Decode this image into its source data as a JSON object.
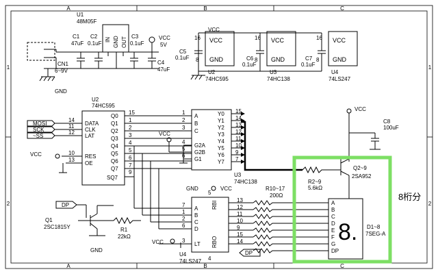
{
  "frame": {
    "cols": [
      "A",
      "B",
      "C"
    ],
    "rows": [
      "1",
      "2"
    ]
  },
  "power": {
    "u1_ref": "U1",
    "u1_part": "48M05F",
    "u1_pins": [
      "IN",
      "GND",
      "OUT"
    ],
    "c1": "C1",
    "c1_val": "47uF",
    "c2": "C2",
    "c2_val": "0.1uF",
    "c3": "C3",
    "c3_val": "0.1uF",
    "c4": "C4",
    "c4_val": "47uF",
    "vcc": "VCC",
    "vcc_val": "5V",
    "cn1": "CN1",
    "cn1_val": "6~9V",
    "gnd": "GND"
  },
  "decoupling": {
    "vcc": "VCC",
    "gnd": "GND",
    "c5": "C5",
    "c5_val": "0.1uF",
    "c6": "C6",
    "c6_val": "0.1uF",
    "c7": "C7",
    "c7_val": "0.1uF",
    "pin16": "16",
    "pin8": "8",
    "u2": "U2",
    "u2_part": "74HC595",
    "u3": "U3",
    "u3_part": "74HC138",
    "u4": "U4",
    "u4_part": "74LS247"
  },
  "shift": {
    "ref": "U2",
    "part": "74HC595",
    "in_labels": [
      "MOSI",
      "SCK",
      "~SS"
    ],
    "left_pins": [
      {
        "num": "14",
        "name": "DATA"
      },
      {
        "num": "11",
        "name": "CLK"
      },
      {
        "num": "12",
        "name": "LAT"
      },
      {
        "num": "10",
        "name": "RES"
      },
      {
        "num": "13",
        "name": "OE"
      }
    ],
    "q_names": [
      "Q0",
      "Q1",
      "Q2",
      "Q3",
      "Q4",
      "Q5",
      "Q6",
      "Q7"
    ],
    "q_pins": [
      "15",
      "1",
      "2",
      "3",
      "4",
      "5",
      "6",
      "7"
    ],
    "sq7": "SQ7",
    "sq7_pin": "9",
    "vcc": "VCC"
  },
  "decoder": {
    "ref": "U3",
    "part": "74HC138",
    "in_pins": [
      {
        "num": "1",
        "name": "A"
      },
      {
        "num": "2",
        "name": "B"
      },
      {
        "num": "3",
        "name": "C"
      }
    ],
    "en_pins": [
      {
        "num": "4",
        "name": "G2A"
      },
      {
        "num": "5",
        "name": "G2B"
      },
      {
        "num": "6",
        "name": "G1"
      }
    ],
    "y_names": [
      "Y0",
      "Y1",
      "Y2",
      "Y3",
      "Y4",
      "Y5",
      "Y6",
      "Y7"
    ],
    "y_pins": [
      "15",
      "14",
      "13",
      "12",
      "11",
      "10",
      "9",
      "7"
    ],
    "vcc": "VCC"
  },
  "driver": {
    "ref": "U4",
    "part": "74LS247",
    "in_pins": [
      {
        "num": "7",
        "name": "A"
      },
      {
        "num": "1",
        "name": "B"
      },
      {
        "num": "2",
        "name": "C"
      },
      {
        "num": "6",
        "name": "D"
      },
      {
        "num": "3",
        "name": "LT"
      }
    ],
    "rbi": "RBI",
    "rbo": "RBO",
    "rbi_pin": "5",
    "rbo_pin": "4",
    "pin14": "14",
    "out_pins": [
      "13",
      "12",
      "11",
      "10",
      "9",
      "15",
      "14"
    ],
    "gnd": "GND",
    "vcc": "VCC"
  },
  "seg_res": {
    "ref": "R10~17",
    "val": "200Ω"
  },
  "transistor_dig": {
    "r_ref": "R2~9",
    "r_val": "5.6kΩ",
    "q_ref": "Q2~9",
    "q_part": "2SA952",
    "c8": "C8",
    "c8_val": "100uF",
    "vcc": "VCC"
  },
  "display": {
    "ref": "D1~8",
    "part": "7SEG-A",
    "seg_labels": [
      "A",
      "B",
      "C",
      "D",
      "E",
      "F",
      "G",
      "DP"
    ],
    "digit": "8.",
    "count_note": "8桁分",
    "highlight_color": "#7ddf64"
  },
  "dp_circuit": {
    "label": "DP",
    "q_ref": "Q1",
    "q_part": "2SC1815Y",
    "r_ref": "R1",
    "r_val": "22kΩ",
    "gnd": "GND",
    "out_label": "DP"
  }
}
